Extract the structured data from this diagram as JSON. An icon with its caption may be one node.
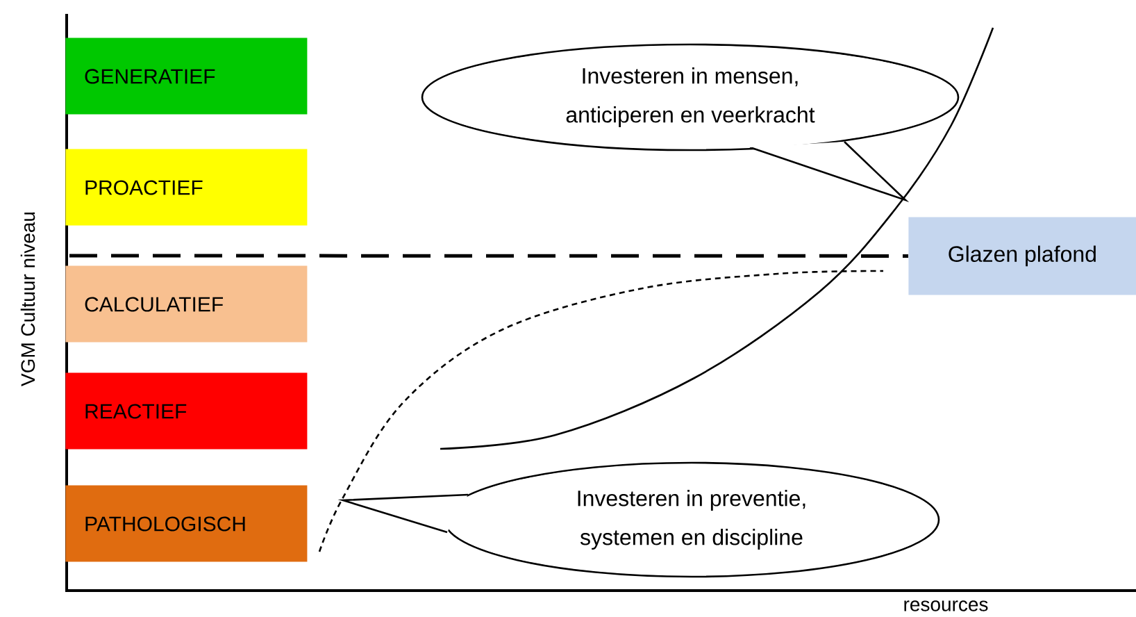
{
  "diagram": {
    "nodes": [
      {
        "text": [
          "GENERATIEF"
        ]
      },
      {
        "text": [
          "PROACTIEF"
        ]
      },
      {
        "text": [
          "CALCULATIEF"
        ]
      },
      {
        "text": [
          "REACTIEF"
        ]
      },
      {
        "text": [
          "PATHOLOGISCH"
        ]
      },
      {
        "text": [
          "Investeren in mensen, anticiperen en veerkracht"
        ]
      },
      {
        "text": [
          "Investeren in preventie, systemen en discipline"
        ]
      },
      {
        "text": [
          "Glazen plafond"
        ]
      }
    ],
    "labels": [
      "VGM Cultuur niveau",
      "resources"
    ]
  }
}
